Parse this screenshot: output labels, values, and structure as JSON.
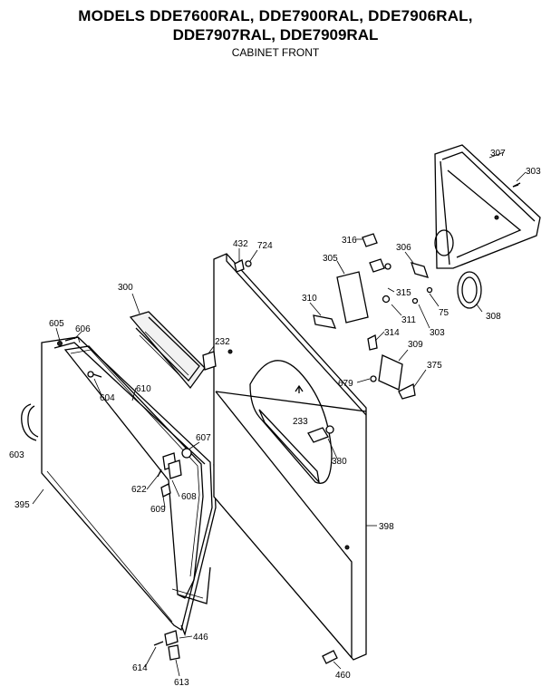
{
  "header": {
    "line1": "MODELS DDE7600RAL, DDE7900RAL, DDE7906RAL,",
    "line2": "DDE7907RAL, DDE7909RAL",
    "subtitle": "CABINET FRONT"
  },
  "parts": {
    "p307": "307",
    "p303a": "303",
    "p316": "316",
    "p306": "306",
    "p305": "305",
    "p315": "315",
    "p75": "75",
    "p310": "310",
    "p311": "311",
    "p303b": "303",
    "p308a": "308",
    "p432": "432",
    "p724": "724",
    "p300": "300",
    "p314": "314",
    "p309": "309",
    "p605": "605",
    "p606": "606",
    "p232": "232",
    "p375": "375",
    "p679": "679",
    "p604": "604",
    "p610": "610",
    "p233": "233",
    "p603": "603",
    "p607": "607",
    "p380": "380",
    "p622": "622",
    "p608": "608",
    "p395": "395",
    "p609": "609",
    "p398": "398",
    "p446": "446",
    "p614": "614",
    "p613": "613",
    "p460": "460"
  }
}
